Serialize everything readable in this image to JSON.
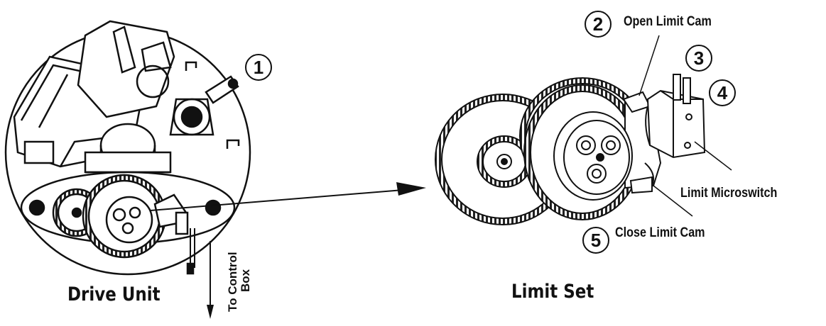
{
  "captions": {
    "drive_unit": "Drive Unit",
    "limit_set": "Limit Set"
  },
  "callouts": [
    "1",
    "2",
    "3",
    "4",
    "5"
  ],
  "labels": {
    "open_limit_cam": "Open Limit Cam",
    "limit_microswitch": "Limit Microswitch",
    "close_limit_cam": "Close Limit Cam",
    "to_control": "To Control",
    "box": "Box"
  }
}
